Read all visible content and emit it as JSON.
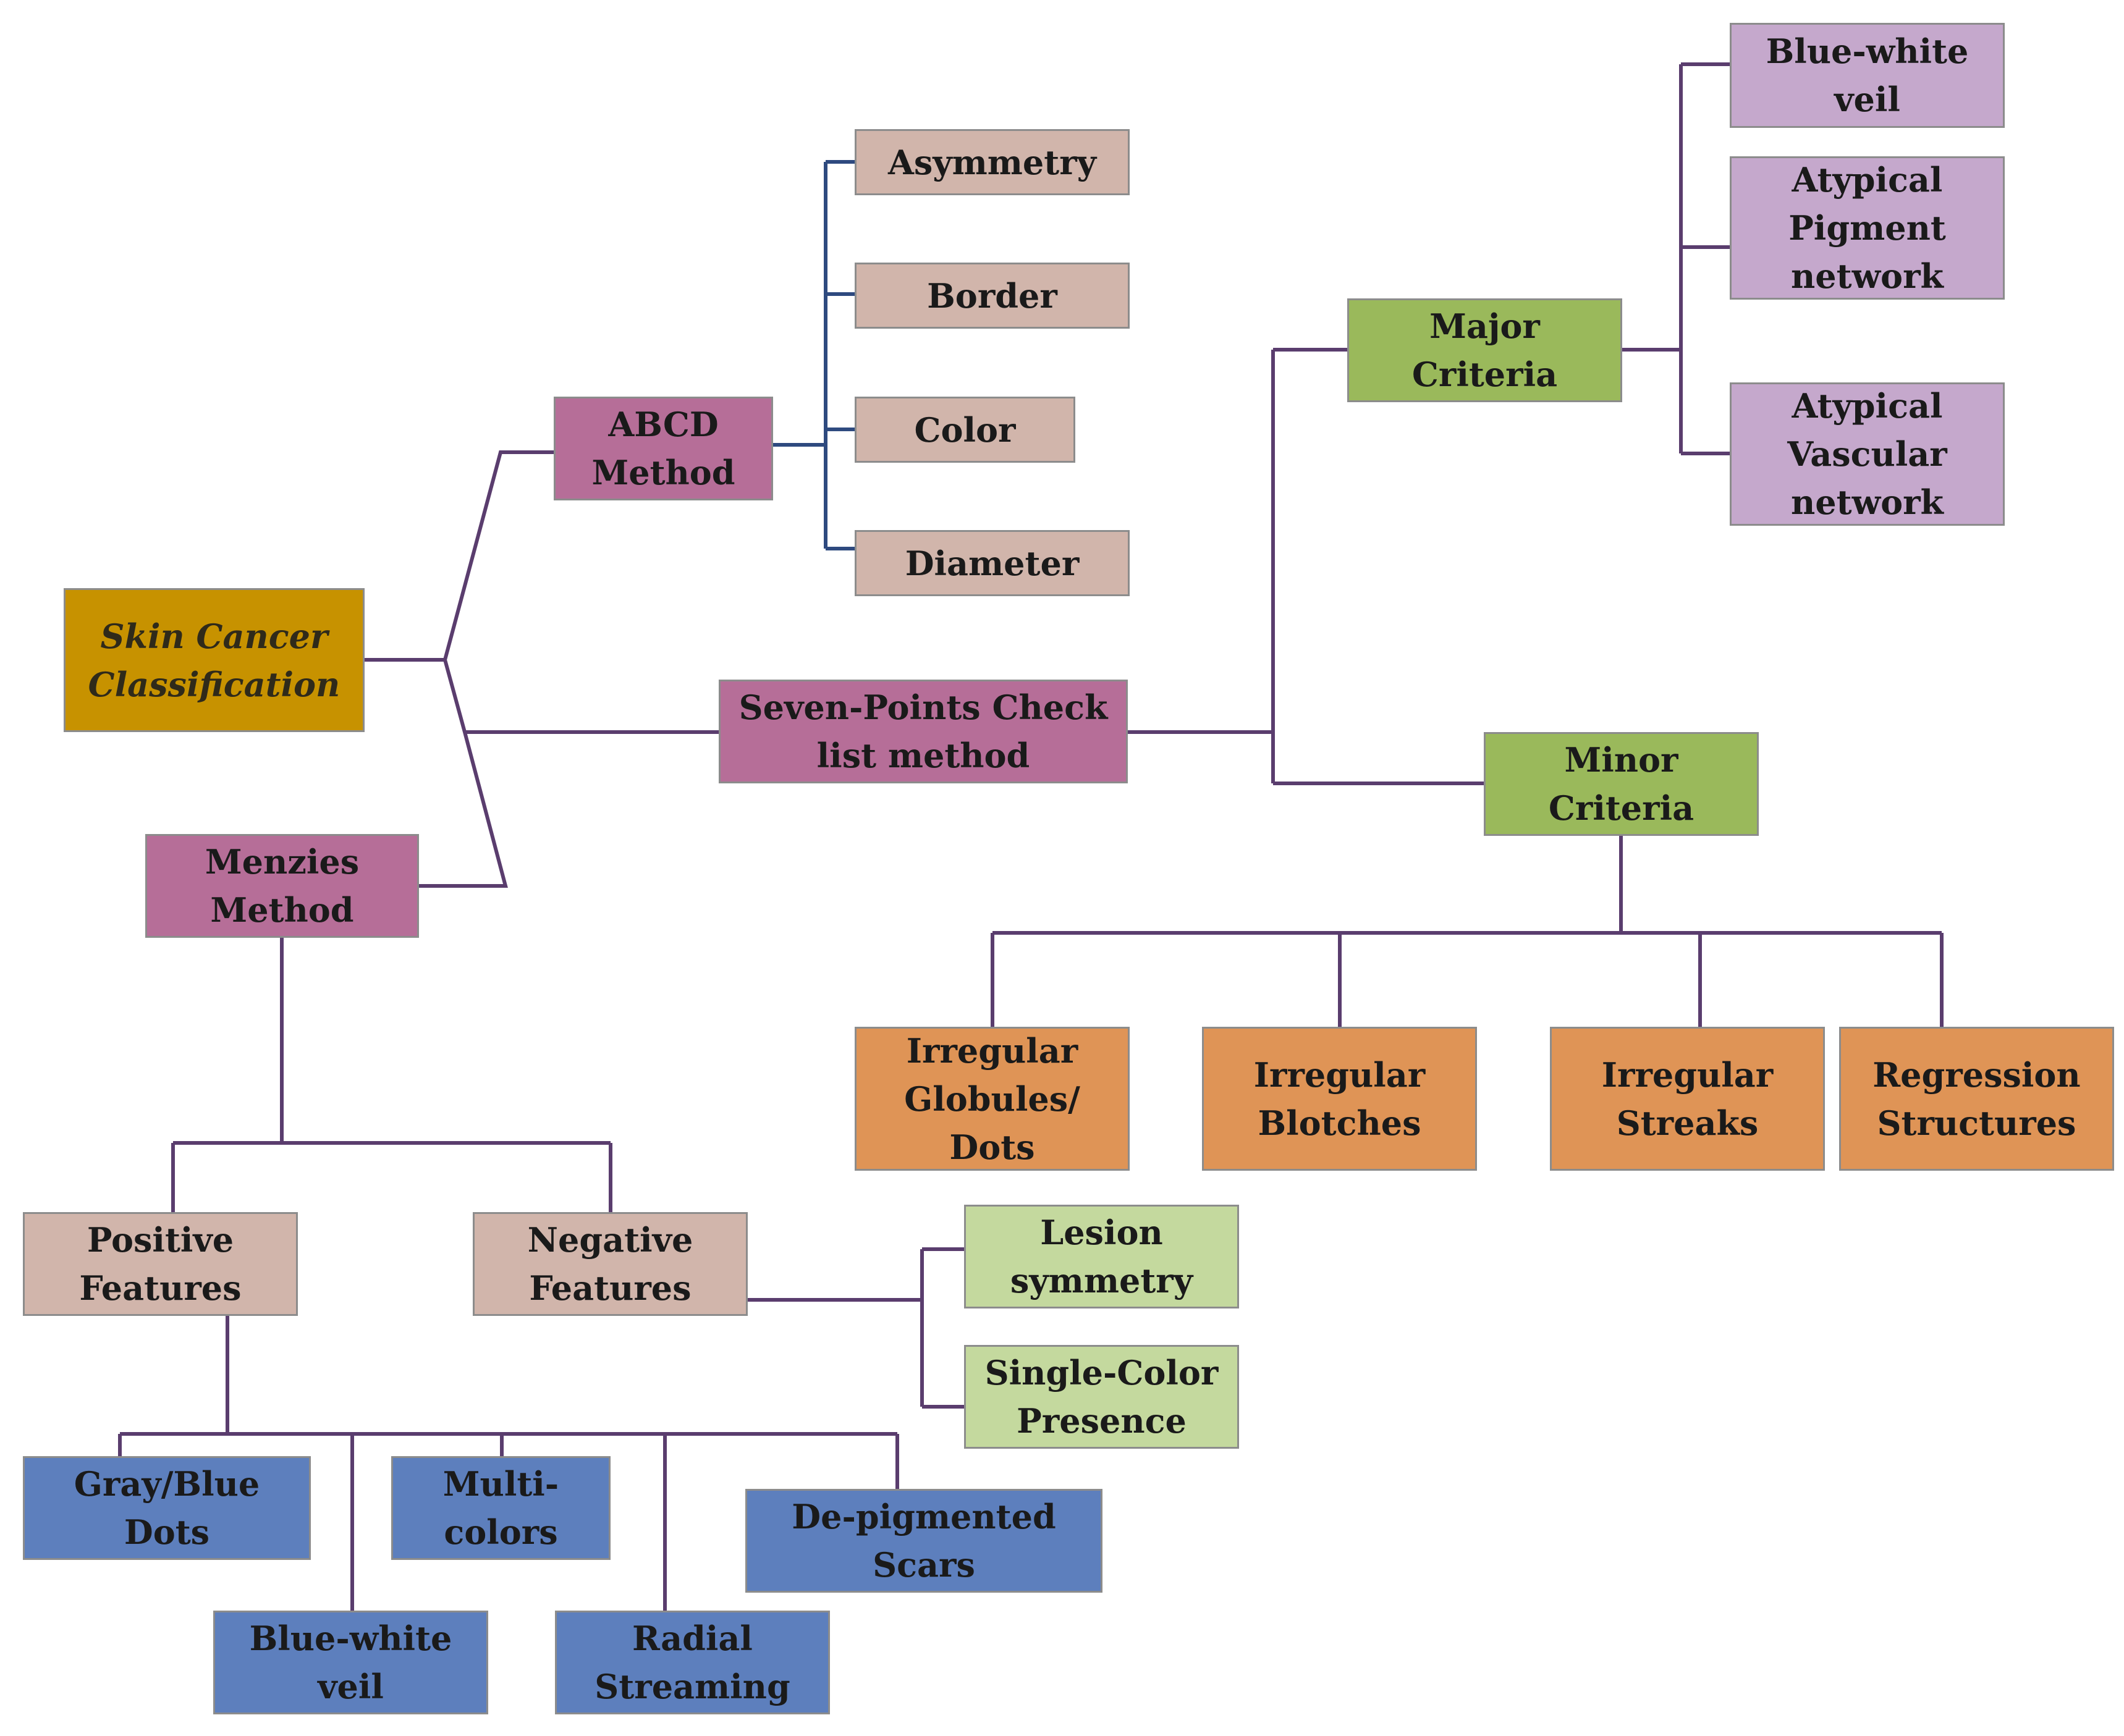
{
  "colors": {
    "root": "#c79200",
    "method": "#b66e98",
    "abcd_item": "#d1b5ab",
    "major_item": "#c5a8cc",
    "criteria": "#9ab95b",
    "minor_item": "#df9456",
    "feature": "#d1b5ab",
    "negative_item": "#c4d99e",
    "positive_item": "#5d7fbd",
    "connector_blue": "#2e4a7f",
    "connector_purple": "#5a3d6e"
  },
  "root": {
    "label": "Skin Cancer\nClassification"
  },
  "abcd": {
    "label": "ABCD\nMethod",
    "items": [
      "Asymmetry",
      "Border",
      "Color",
      "Diameter"
    ]
  },
  "seven_point": {
    "label": "Seven-Points Check\nlist method",
    "major": {
      "label": "Major\nCriteria",
      "items": [
        "Blue-white\nveil",
        "Atypical\nPigment\nnetwork",
        "Atypical\nVascular\nnetwork"
      ]
    },
    "minor": {
      "label": "Minor\nCriteria",
      "items": [
        "Irregular\nGlobules/\nDots",
        "Irregular\nBlotches",
        "Irregular\nStreaks",
        "Regression\nStructures"
      ]
    }
  },
  "menzies": {
    "label": "Menzies\nMethod",
    "positive": {
      "label": "Positive\nFeatures",
      "items": [
        "Gray/Blue\nDots",
        "Multi-\ncolors",
        "De-pigmented\nScars",
        "Blue-white\nveil",
        "Radial\nStreaming"
      ]
    },
    "negative": {
      "label": "Negative\nFeatures",
      "items": [
        "Lesion\nsymmetry",
        "Single-Color\nPresence"
      ]
    }
  }
}
